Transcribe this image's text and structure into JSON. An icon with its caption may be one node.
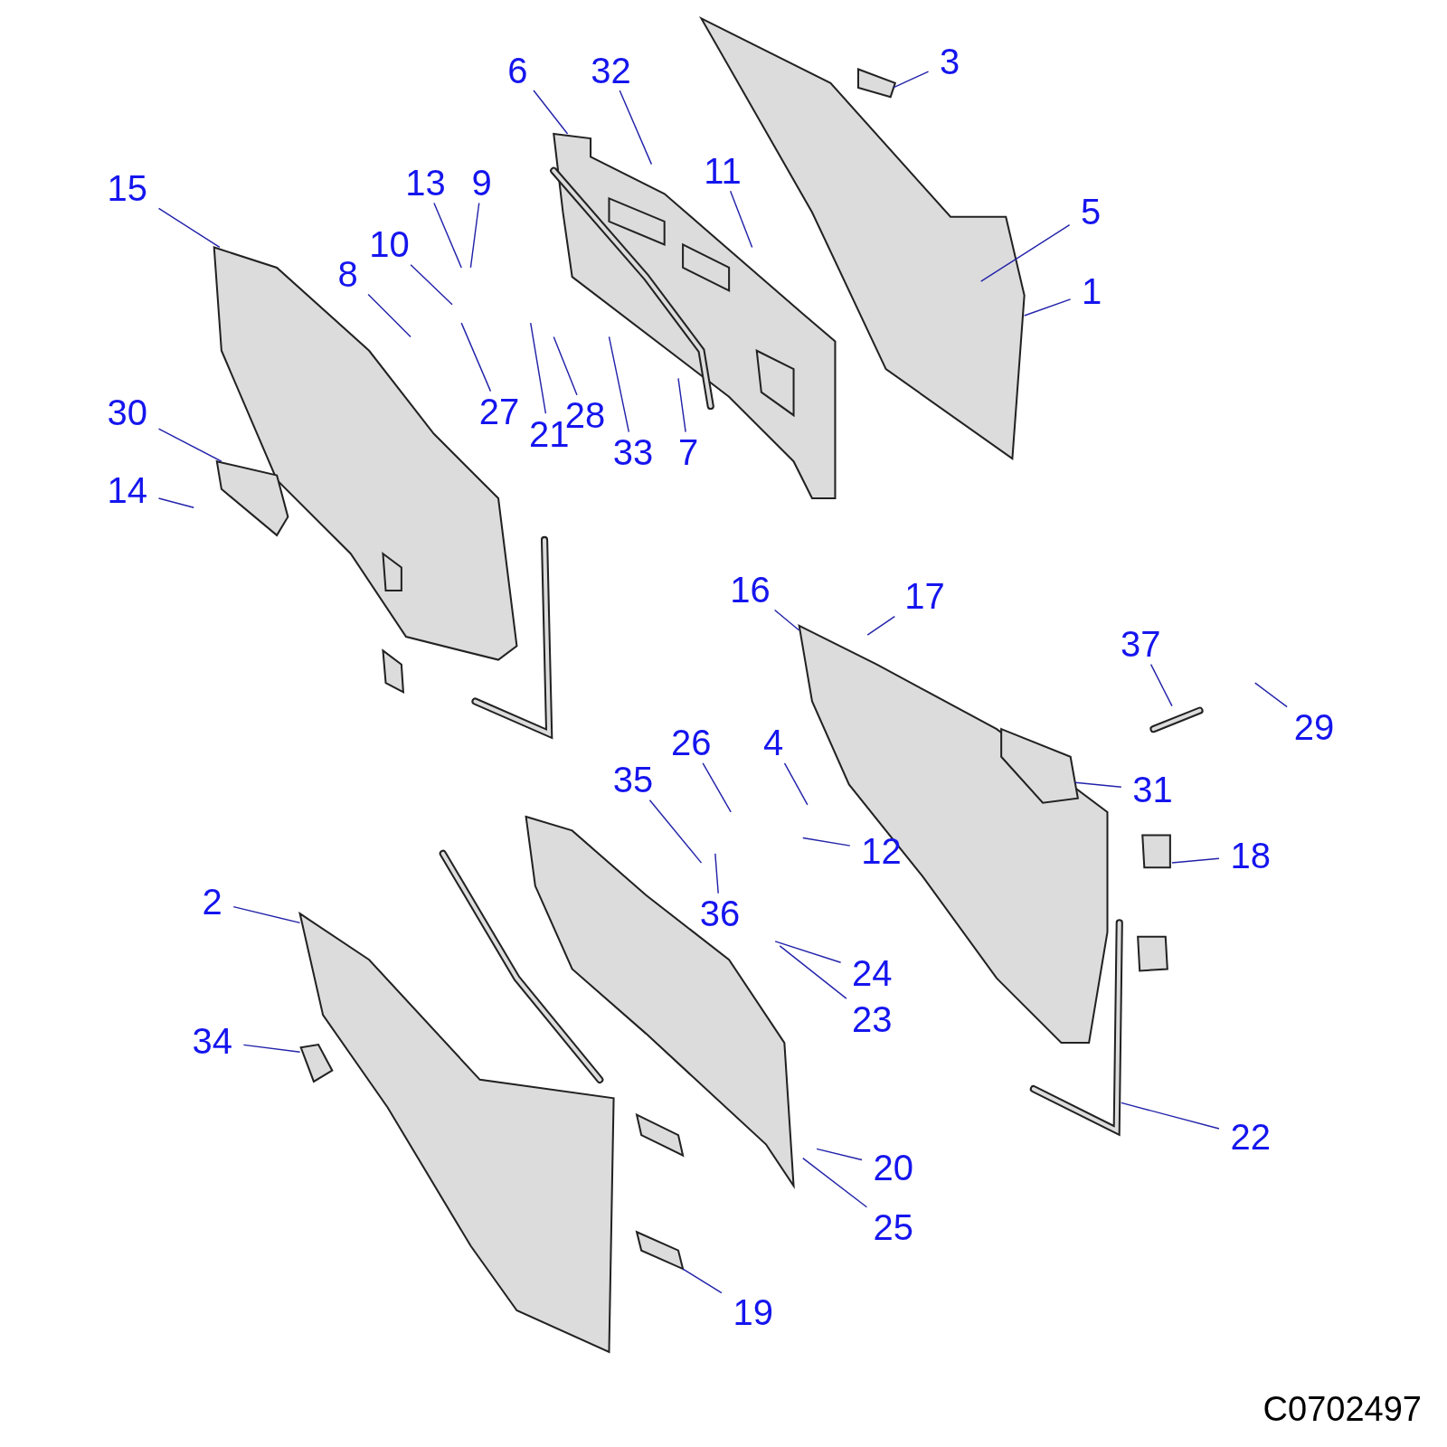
{
  "diagram": {
    "nodes": [
      {
        "text": [
          "6"
        ]
      },
      {
        "text": [
          "32"
        ]
      },
      {
        "text": [
          "3"
        ]
      },
      {
        "text": [
          "11"
        ]
      },
      {
        "text": [
          "15"
        ]
      },
      {
        "text": [
          "13"
        ]
      },
      {
        "text": [
          "9"
        ]
      },
      {
        "text": [
          "5"
        ]
      },
      {
        "text": [
          "10"
        ]
      },
      {
        "text": [
          "8"
        ]
      },
      {
        "text": [
          "1"
        ]
      },
      {
        "text": [
          "30"
        ]
      },
      {
        "text": [
          "27"
        ]
      },
      {
        "text": [
          "28"
        ]
      },
      {
        "text": [
          "21"
        ]
      },
      {
        "text": [
          "33"
        ]
      },
      {
        "text": [
          "7"
        ]
      },
      {
        "text": [
          "14"
        ]
      },
      {
        "text": [
          "16"
        ]
      },
      {
        "text": [
          "17"
        ]
      },
      {
        "text": [
          "37"
        ]
      },
      {
        "text": [
          "29"
        ]
      },
      {
        "text": [
          "26"
        ]
      },
      {
        "text": [
          "4"
        ]
      },
      {
        "text": [
          "35"
        ]
      },
      {
        "text": [
          "31"
        ]
      },
      {
        "text": [
          "12"
        ]
      },
      {
        "text": [
          "18"
        ]
      },
      {
        "text": [
          "36"
        ]
      },
      {
        "text": [
          "2"
        ]
      },
      {
        "text": [
          "24"
        ]
      },
      {
        "text": [
          "23"
        ]
      },
      {
        "text": [
          "34"
        ]
      },
      {
        "text": [
          "22"
        ]
      },
      {
        "text": [
          "20"
        ]
      },
      {
        "text": [
          "25"
        ]
      },
      {
        "text": [
          "19"
        ]
      }
    ],
    "edges": [
      {
        "from": 0,
        "to": null,
        "arrow": "none"
      },
      {
        "from": 1,
        "to": null,
        "arrow": "none"
      },
      {
        "from": 2,
        "to": null,
        "arrow": "none"
      },
      {
        "from": 3,
        "to": null,
        "arrow": "none"
      },
      {
        "from": 4,
        "to": null,
        "arrow": "none"
      },
      {
        "from": 5,
        "to": null,
        "arrow": "none"
      },
      {
        "from": 6,
        "to": null,
        "arrow": "none"
      },
      {
        "from": 7,
        "to": null,
        "arrow": "none"
      },
      {
        "from": 8,
        "to": null,
        "arrow": "none"
      },
      {
        "from": 9,
        "to": null,
        "arrow": "none"
      },
      {
        "from": 10,
        "to": null,
        "arrow": "none"
      },
      {
        "from": 11,
        "to": null,
        "arrow": "none"
      },
      {
        "from": 12,
        "to": null,
        "arrow": "none"
      },
      {
        "from": 13,
        "to": null,
        "arrow": "none"
      },
      {
        "from": 14,
        "to": null,
        "arrow": "none"
      },
      {
        "from": 15,
        "to": null,
        "arrow": "none"
      },
      {
        "from": 16,
        "to": null,
        "arrow": "none"
      },
      {
        "from": 17,
        "to": null,
        "arrow": "none"
      },
      {
        "from": 18,
        "to": null,
        "arrow": "none"
      },
      {
        "from": 19,
        "to": null,
        "arrow": "none"
      },
      {
        "from": 20,
        "to": null,
        "arrow": "none"
      },
      {
        "from": 21,
        "to": null,
        "arrow": "none"
      },
      {
        "from": 22,
        "to": null,
        "arrow": "none"
      },
      {
        "from": 23,
        "to": null,
        "arrow": "none"
      },
      {
        "from": 24,
        "to": null,
        "arrow": "none"
      },
      {
        "from": 25,
        "to": null,
        "arrow": "none"
      },
      {
        "from": 26,
        "to": null,
        "arrow": "none"
      },
      {
        "from": 27,
        "to": null,
        "arrow": "none"
      },
      {
        "from": 28,
        "to": null,
        "arrow": "none"
      },
      {
        "from": 29,
        "to": null,
        "arrow": "none"
      },
      {
        "from": 30,
        "to": null,
        "arrow": "none"
      },
      {
        "from": 31,
        "to": null,
        "arrow": "none"
      },
      {
        "from": 32,
        "to": null,
        "arrow": "none"
      },
      {
        "from": 33,
        "to": null,
        "arrow": "none"
      },
      {
        "from": 34,
        "to": null,
        "arrow": "none"
      },
      {
        "from": 35,
        "to": null,
        "arrow": "none"
      },
      {
        "from": 36,
        "to": null,
        "arrow": "none"
      }
    ],
    "labels": [
      "C0702497"
    ]
  }
}
